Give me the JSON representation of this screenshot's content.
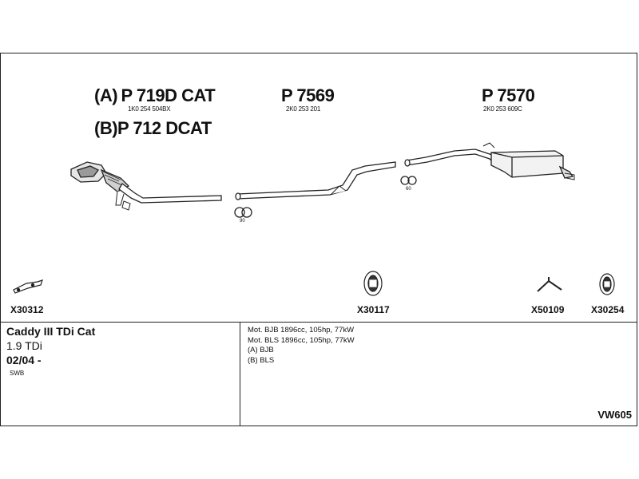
{
  "parts": [
    {
      "prefix": "(A)",
      "code": "P 719D CAT",
      "oem": "1K0 254 504BX"
    },
    {
      "prefix": "(B)",
      "code": "P 712 DCAT",
      "oem": ""
    },
    {
      "prefix": "",
      "code": "P 7569",
      "oem": "2K0 253 201"
    },
    {
      "prefix": "",
      "code": "P 7570",
      "oem": "2K0 253 609C"
    }
  ],
  "hanger_labels": [
    "90",
    "60"
  ],
  "accessories": [
    "X30312",
    "X30117",
    "X50109",
    "X30254"
  ],
  "vehicle": {
    "name": "Caddy III TDi Cat",
    "engine": "1.9 TDi",
    "year": "02/04 -",
    "wheelbase": "SWB"
  },
  "notes": [
    "Mot. BJB 1896cc, 105hp, 77kW",
    "Mot. BLS 1896cc, 105hp, 77kW",
    "(A) BJB",
    "(B) BLS"
  ],
  "kit_code": "VW605",
  "colors": {
    "line": "#222222",
    "fill": "#ffffff",
    "shade": "#bfbfbf"
  }
}
